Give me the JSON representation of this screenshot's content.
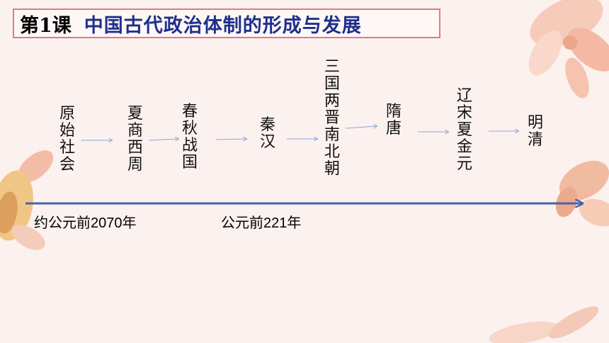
{
  "title": {
    "lesson": "第1课",
    "main": "中国古代政治体制的形成与发展"
  },
  "timeline": {
    "eras": [
      "原始社会",
      "夏商西周",
      "春秋战国",
      "秦汉",
      "三国两晋南北朝",
      "隋唐",
      "辽宋夏金元",
      "明清"
    ],
    "dates": [
      "约公元前2070年",
      "公元前221年"
    ]
  },
  "colors": {
    "title_border": "#e07a8a",
    "title_text": "#1f2f8a",
    "axis": "#4a63a8",
    "small_arrow": "#8fa6d8"
  }
}
